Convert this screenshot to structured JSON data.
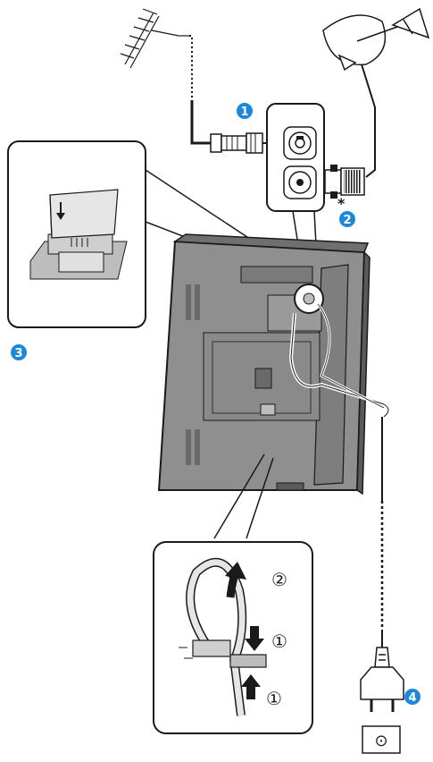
{
  "steps": [
    {
      "label": "1",
      "target": "antenna-connection"
    },
    {
      "label": "2",
      "target": "satellite-connection"
    },
    {
      "label": "3",
      "target": "ci-module-slot"
    },
    {
      "label": "4",
      "target": "power-plug"
    }
  ],
  "satellite_note": "*",
  "cable_tie_steps": [
    "②",
    "①",
    "①"
  ],
  "socket_symbol": "⊙",
  "colors": {
    "badge": "#1e88d8",
    "tv_body": "#8f8f8f",
    "tv_dark": "#5a5a5a",
    "line": "#1a1a1a",
    "panel_bg": "#ffffff"
  },
  "icons": {
    "antenna": "terrestrial-antenna-icon",
    "dish": "satellite-dish-icon",
    "plug": "power-plug-icon",
    "socket": "wall-socket-icon"
  }
}
